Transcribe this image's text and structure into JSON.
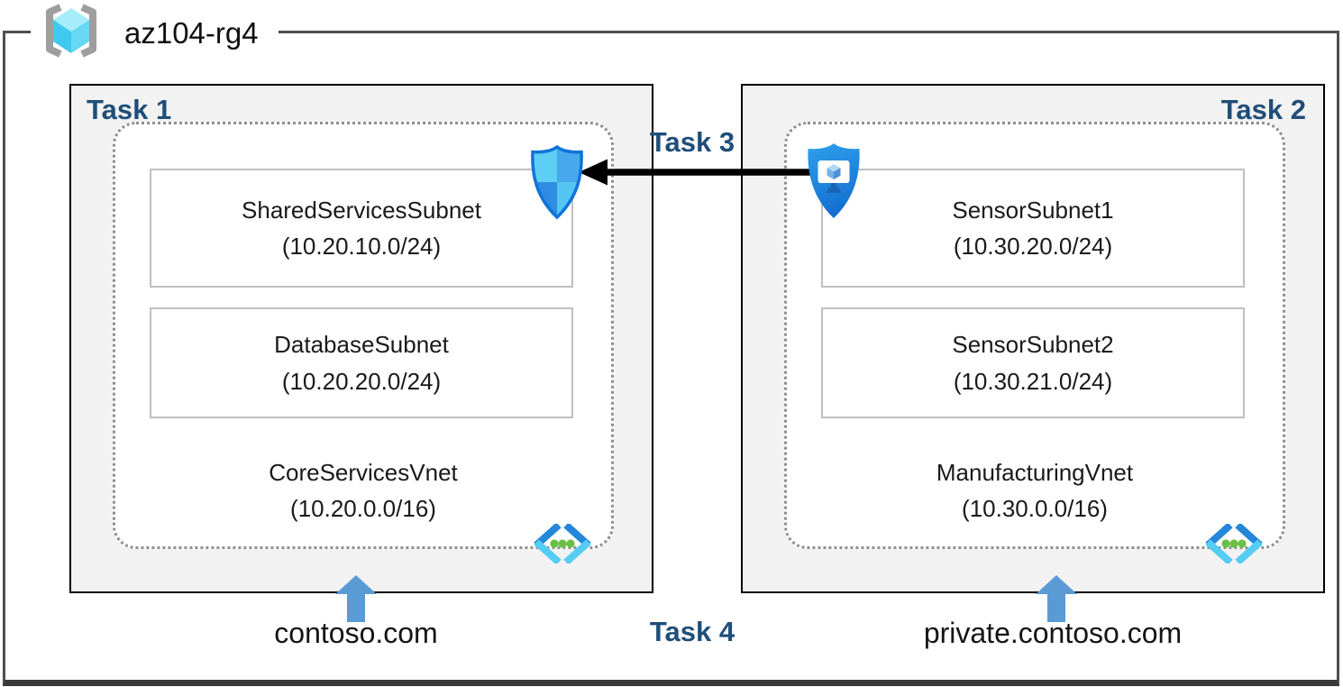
{
  "title": "az104-rg4",
  "labels": {
    "task1": "Task 1",
    "task2": "Task 2",
    "task3": "Task 3",
    "task4": "Task 4"
  },
  "vnets": [
    {
      "name": "CoreServicesVnet",
      "cidr": "(10.20.0.0/16)",
      "subnets": [
        {
          "name": "SharedServicesSubnet",
          "cidr": "(10.20.10.0/24)"
        },
        {
          "name": "DatabaseSubnet",
          "cidr": "(10.20.20.0/24)"
        }
      ],
      "dns_label": "contoso.com"
    },
    {
      "name": "ManufacturingVnet",
      "cidr": "(10.30.0.0/16)",
      "subnets": [
        {
          "name": "SensorSubnet1",
          "cidr": "(10.30.20.0/24)"
        },
        {
          "name": "SensorSubnet2",
          "cidr": "(10.30.21.0/24)"
        }
      ],
      "dns_label": "private.contoso.com"
    }
  ],
  "icons": {
    "resource_group": "resource-group-icon",
    "network_security_group": "network-security-group-shield-icon",
    "bastion": "bastion-shield-monitor-icon",
    "virtual_network": "virtual-network-chevrons-icon",
    "dns_up_arrow": "up-arrow-icon",
    "peering_arrow": "left-arrow-icon"
  },
  "colors": {
    "task_label": "#1F4E79",
    "box_fill": "#F2F2F2",
    "box_border": "#000000",
    "dashed_border": "#8F8F8F",
    "subnet_border": "#BFBFBF",
    "blue_arrow": "#5B9BD5",
    "peering_arrow": "#000000",
    "frame": "#4F4F4F"
  }
}
